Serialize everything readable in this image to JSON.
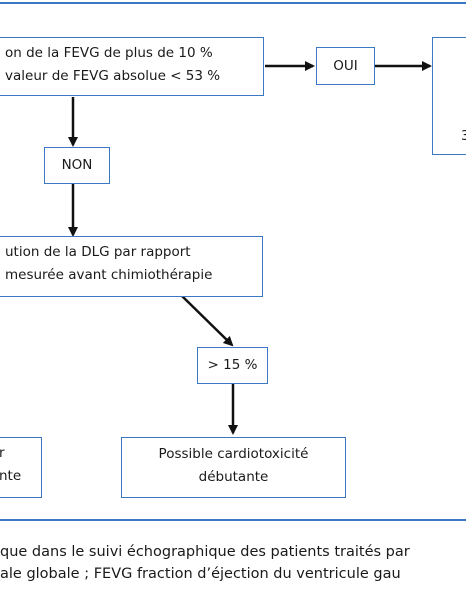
{
  "diagram": {
    "box_fevg": {
      "line1": "on de la FEVG de plus de 10 %",
      "line2": "valeur de FEVG absolue < 53 %"
    },
    "label_oui": "OUI",
    "box_right_cut": {
      "glyph": "3"
    },
    "label_non": "NON",
    "box_dlg": {
      "line1": "ution de la DLG par rapport",
      "line2": "mesurée avant chimiothérapie"
    },
    "label_threshold": "> 15 %",
    "box_left_cut": {
      "line1": "r",
      "line2": "nte"
    },
    "box_result": {
      "line1": "Possible cardiotoxicité",
      "line2": "débutante"
    }
  },
  "caption": {
    "line1": "que dans le suivi échographique des patients traités par",
    "line2": "ale globale ; FEVG fraction d’éjection du ventricule gau"
  }
}
